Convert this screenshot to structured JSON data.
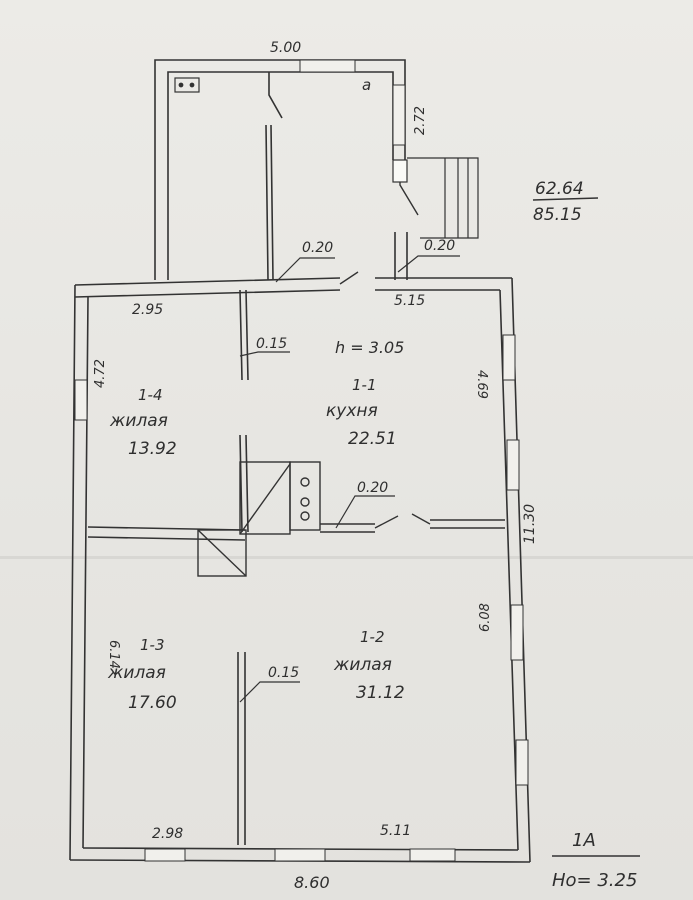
{
  "plan": {
    "top_width": "5.00",
    "top_right_letter": "a",
    "porch_depth": "2.72",
    "wall_left_top": "0.20",
    "wall_right_top": "0.20",
    "total_areas": {
      "line1": "62.64",
      "line2": "85.15"
    },
    "dim_top_left": "2.95",
    "dim_top_right": "5.15",
    "wall_mid": "0.15",
    "ceiling_height": "h = 3.05",
    "dim_left_upper": "4.72",
    "dim_right_upper": "4.69",
    "dim_right_total": "11.30",
    "wall_kitchen": "0.20",
    "dim_left_lower": "6.14",
    "dim_right_lower": "6.08",
    "wall_lower_mid": "0.15",
    "dim_bottom_left": "2.98",
    "dim_bottom_right": "5.11",
    "dim_bottom_total": "8.60",
    "rooms": [
      {
        "id": "1-4",
        "type": "жилая",
        "area": "13.92"
      },
      {
        "id": "1-1",
        "type": "кухня",
        "area": "22.51"
      },
      {
        "id": "1-3",
        "type": "жилая",
        "area": "17.60"
      },
      {
        "id": "1-2",
        "type": "жилая",
        "area": "31.12"
      }
    ],
    "stamp": {
      "floor": "1A",
      "height": "Ho= 3.25"
    }
  }
}
